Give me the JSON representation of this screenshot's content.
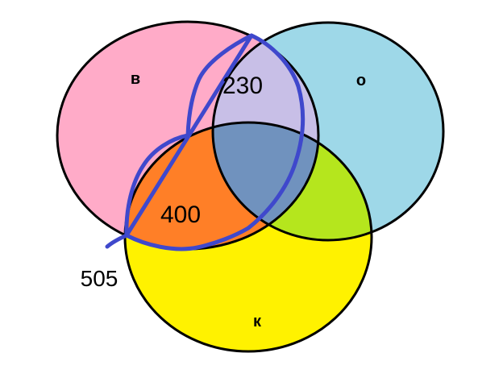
{
  "sets": {
    "v": {
      "letter": "в",
      "color": "#FFABC8"
    },
    "o": {
      "letter": "о",
      "color": "#9ED8E8"
    },
    "k": {
      "letter": "к",
      "color": "#FFF200"
    }
  },
  "regions": {
    "v_and_o": {
      "color": "#C8BFE7"
    },
    "v_and_k": {
      "color": "#FF7F27"
    },
    "o_and_k": {
      "color": "#B5E61D"
    },
    "all_three": {
      "color": "#7092BE"
    }
  },
  "labels": {
    "v_and_o_count": "230",
    "v_and_k_count": "400",
    "outlined_total": "505"
  },
  "outline_color": "#3F48CC"
}
